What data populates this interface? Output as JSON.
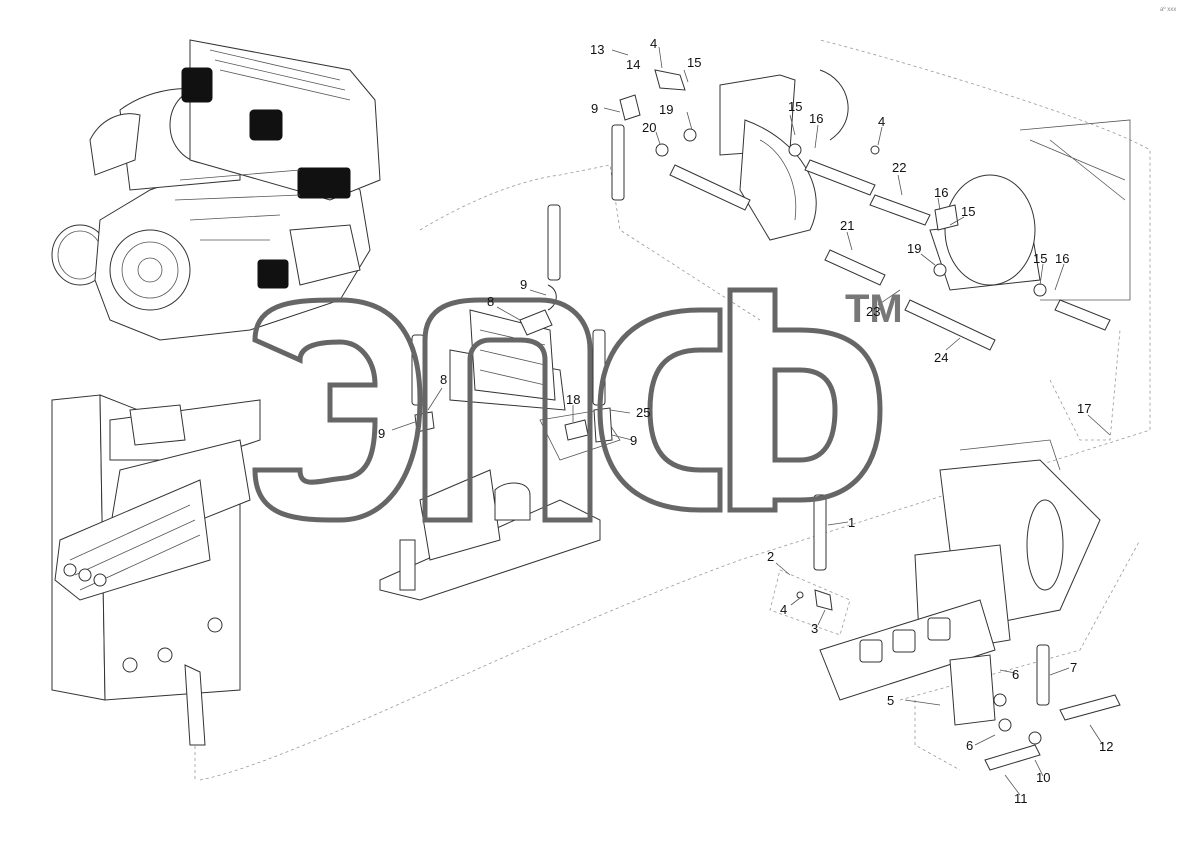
{
  "diagram": {
    "callouts": [
      {
        "id": "c13",
        "text": "13"
      },
      {
        "id": "c4a",
        "text": "4"
      },
      {
        "id": "c14",
        "text": "14"
      },
      {
        "id": "c15a",
        "text": "15"
      },
      {
        "id": "c9a",
        "text": "9"
      },
      {
        "id": "c19a",
        "text": "19"
      },
      {
        "id": "c20",
        "text": "20"
      },
      {
        "id": "c15b",
        "text": "15"
      },
      {
        "id": "c16a",
        "text": "16"
      },
      {
        "id": "c4b",
        "text": "4"
      },
      {
        "id": "c22",
        "text": "22"
      },
      {
        "id": "c16b",
        "text": "16"
      },
      {
        "id": "c15c",
        "text": "15"
      },
      {
        "id": "c21",
        "text": "21"
      },
      {
        "id": "c19b",
        "text": "19"
      },
      {
        "id": "c15d",
        "text": "15"
      },
      {
        "id": "c16c",
        "text": "16"
      },
      {
        "id": "c23",
        "text": "23"
      },
      {
        "id": "c24",
        "text": "24"
      },
      {
        "id": "c9b",
        "text": "9"
      },
      {
        "id": "c8a",
        "text": "8"
      },
      {
        "id": "c8b",
        "text": "8"
      },
      {
        "id": "c9c",
        "text": "9"
      },
      {
        "id": "c18",
        "text": "18"
      },
      {
        "id": "c25",
        "text": "25"
      },
      {
        "id": "c9d",
        "text": "9"
      },
      {
        "id": "c17",
        "text": "17"
      },
      {
        "id": "c1",
        "text": "1"
      },
      {
        "id": "c2",
        "text": "2"
      },
      {
        "id": "c4c",
        "text": "4"
      },
      {
        "id": "c3",
        "text": "3"
      },
      {
        "id": "c7",
        "text": "7"
      },
      {
        "id": "c6a",
        "text": "6"
      },
      {
        "id": "c5",
        "text": "5"
      },
      {
        "id": "c6b",
        "text": "6"
      },
      {
        "id": "c12",
        "text": "12"
      },
      {
        "id": "c10",
        "text": "10"
      },
      {
        "id": "c11",
        "text": "11"
      }
    ],
    "watermark": {
      "text": "TM"
    },
    "corner_mark": "aº xxx"
  }
}
